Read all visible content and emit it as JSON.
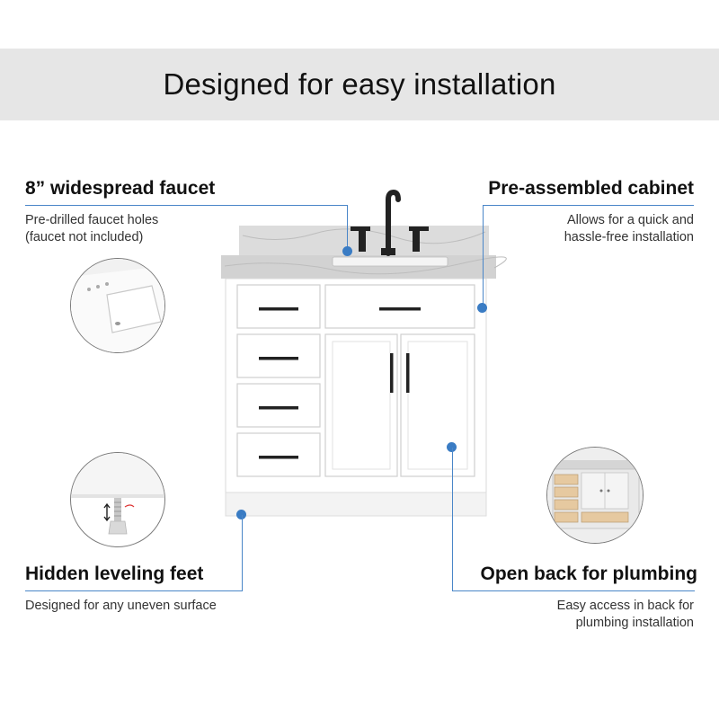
{
  "banner": {
    "title": "Designed for easy installation"
  },
  "features": {
    "faucet": {
      "title": "8” widespread faucet",
      "desc": "Pre-drilled faucet holes\n(faucet not included)",
      "icon": "sink-closeup-icon"
    },
    "cabinet": {
      "title": "Pre-assembled cabinet",
      "desc": "Allows for  a quick and\nhassle-free installation"
    },
    "feet": {
      "title": "Hidden leveling feet",
      "desc": "Designed for any uneven surface",
      "icon": "leveling-foot-icon"
    },
    "back": {
      "title": "Open back for plumbing",
      "desc": "Easy access in back for\nplumbing installation",
      "icon": "cabinet-back-icon"
    }
  },
  "colors": {
    "accent": "#3a7cc4",
    "banner_bg": "#e6e6e6",
    "cabinet": "#ffffff",
    "hardware": "#222222"
  }
}
